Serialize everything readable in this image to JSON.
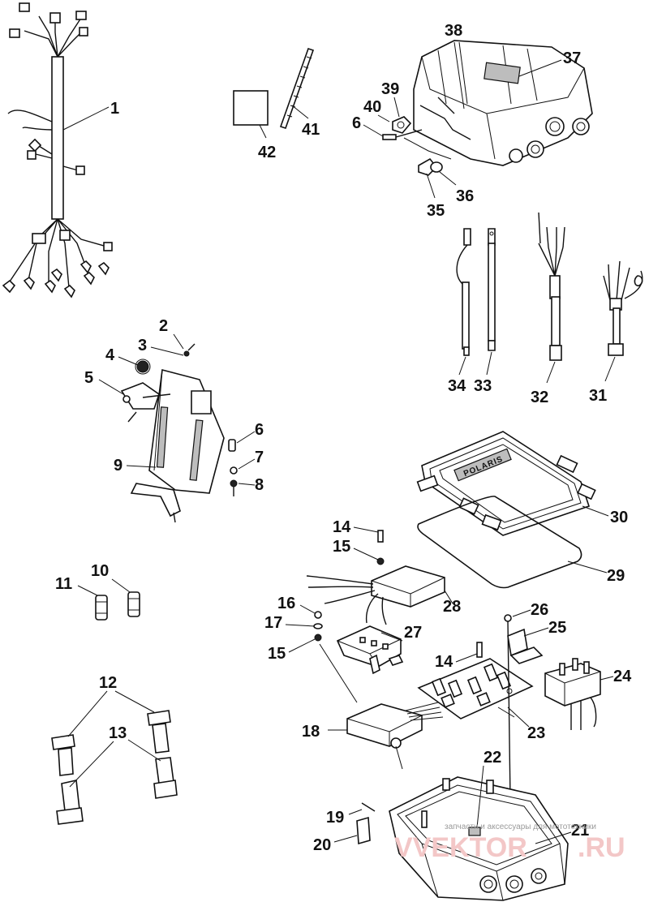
{
  "callouts": {
    "c1": "1",
    "c2": "2",
    "c3": "3",
    "c4": "4",
    "c5": "5",
    "c6a": "6",
    "c6b": "6",
    "c7": "7",
    "c8": "8",
    "c9": "9",
    "c10": "10",
    "c11": "11",
    "c12": "12",
    "c13": "13",
    "c14a": "14",
    "c14b": "14",
    "c15a": "15",
    "c15b": "15",
    "c16": "16",
    "c17": "17",
    "c18": "18",
    "c19": "19",
    "c20": "20",
    "c21": "21",
    "c22": "22",
    "c23": "23",
    "c24": "24",
    "c25": "25",
    "c26": "26",
    "c27": "27",
    "c28": "28",
    "c29": "29",
    "c30": "30",
    "c31": "31",
    "c32": "32",
    "c33": "33",
    "c34": "34",
    "c35": "35",
    "c36": "36",
    "c37": "37",
    "c38": "38",
    "c39": "39",
    "c40": "40",
    "c41": "41",
    "c42": "42"
  },
  "cover_brand": "POLARIS",
  "watermark": {
    "caption": "запчасти и аксессуары для мототехники",
    "site": ".RU"
  }
}
